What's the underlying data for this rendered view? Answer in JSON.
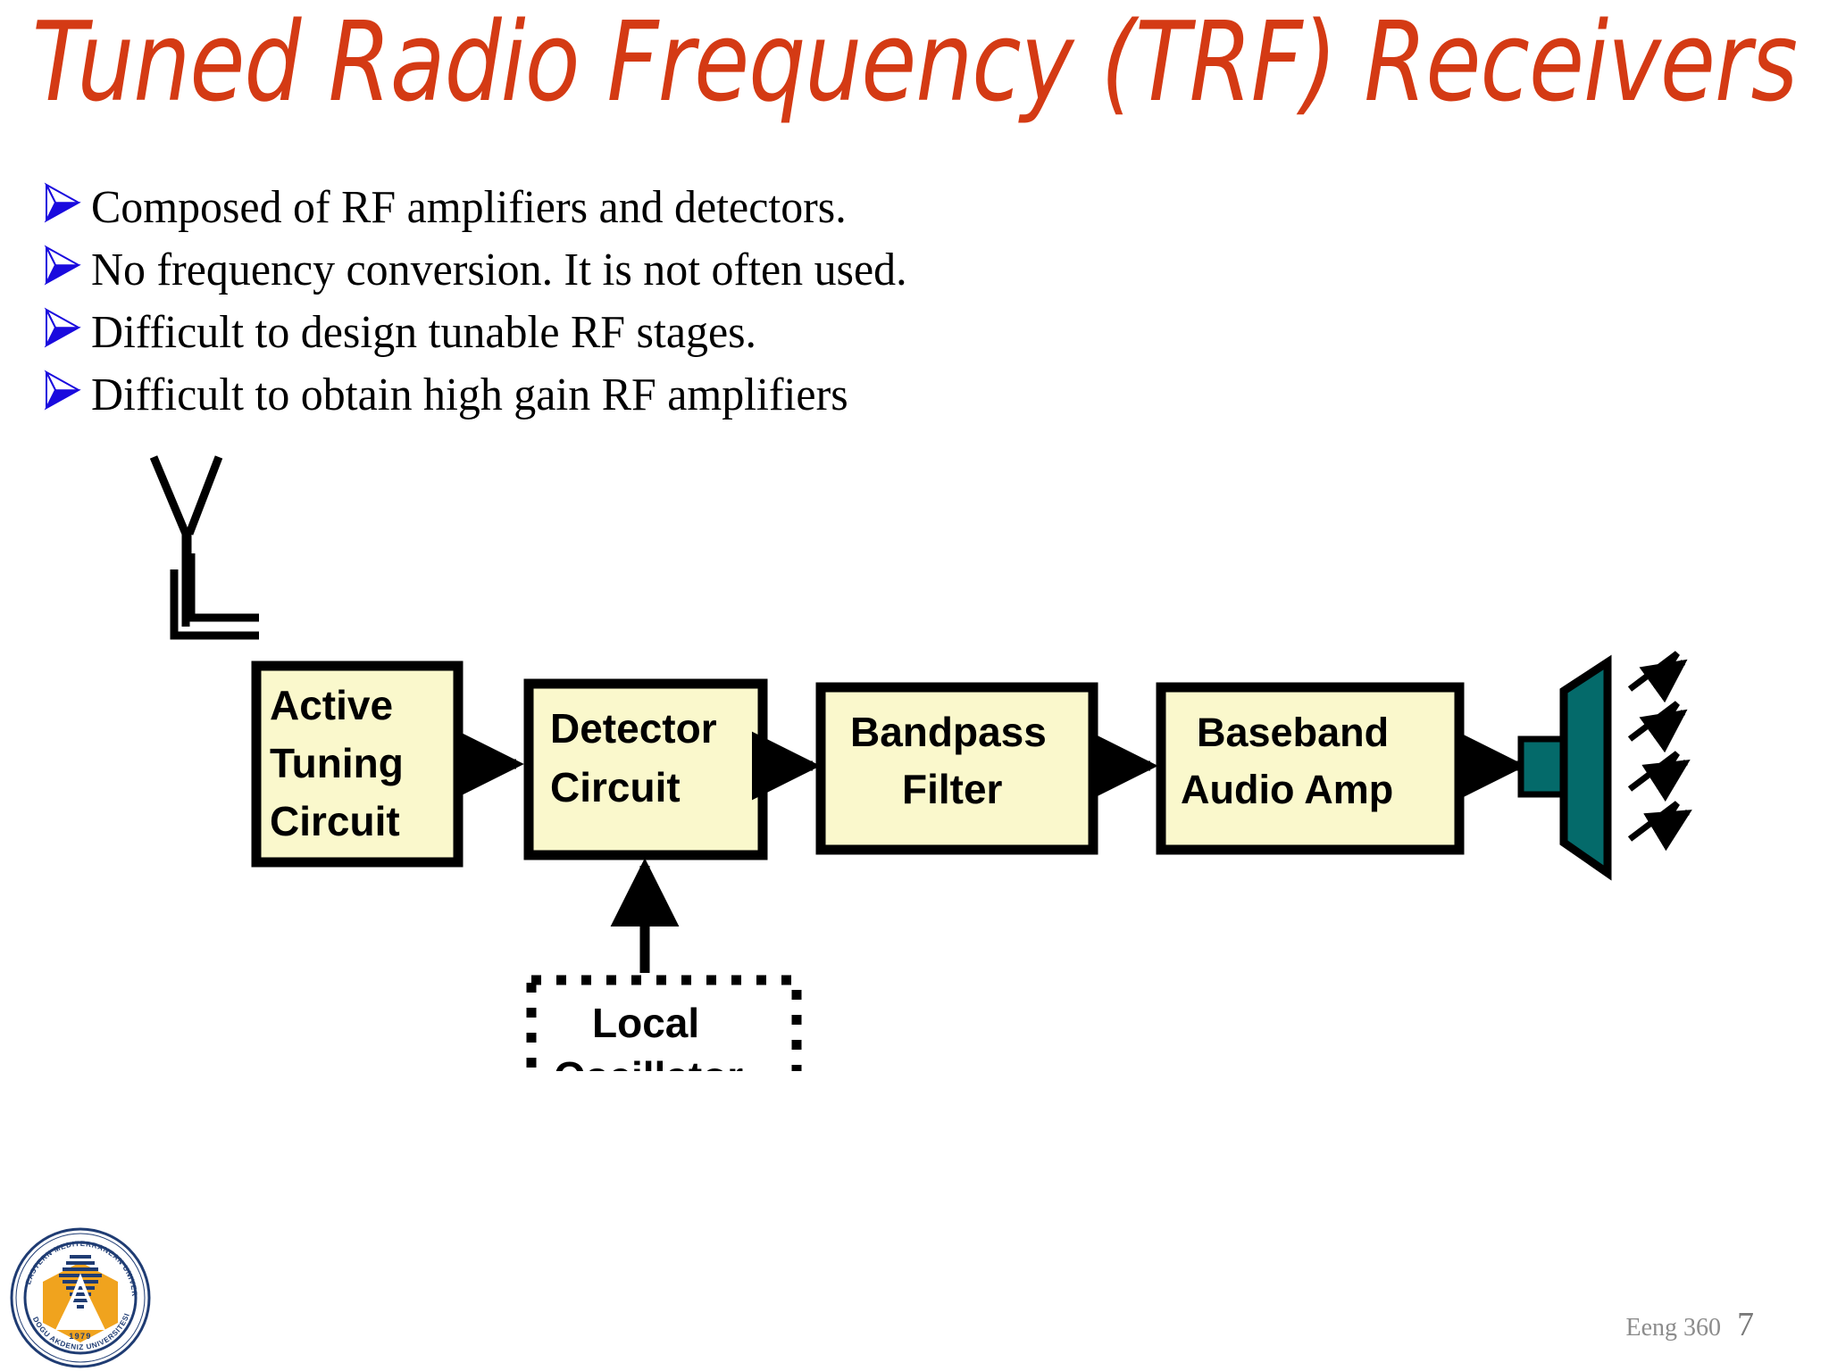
{
  "slide": {
    "title": "Tuned Radio Frequency (TRF) Receivers",
    "title_color": "#D43A14",
    "background_color": "#FFFFFF"
  },
  "bullets": {
    "marker_icon": "blue-arrowhead-bullet-icon",
    "marker_color": "#1A0ADE",
    "items": [
      {
        "text": "Composed of RF amplifiers and detectors."
      },
      {
        "text": "No frequency conversion. It is not often used."
      },
      {
        "text": "Difficult to design tunable RF stages."
      },
      {
        "text": "Difficult to obtain high gain RF amplifiers"
      }
    ]
  },
  "diagram": {
    "type": "block-diagram",
    "block_fill": "#FAF8CC",
    "block_stroke": "#000000",
    "speaker_color": "#046A6A",
    "antenna": {
      "icon": "dipole-antenna-icon"
    },
    "blocks": [
      {
        "id": "active-tuning-circuit",
        "lines": [
          "Active",
          "Tuning",
          "Circuit"
        ],
        "style": "solid"
      },
      {
        "id": "detector-circuit",
        "lines": [
          "Detector",
          "Circuit"
        ],
        "style": "solid"
      },
      {
        "id": "bandpass-filter",
        "lines": [
          "Bandpass",
          "Filter"
        ],
        "style": "solid"
      },
      {
        "id": "baseband-audio-amp",
        "lines": [
          "Baseband",
          "Audio Amp"
        ],
        "style": "solid"
      },
      {
        "id": "local-oscillator",
        "lines": [
          "Local",
          "Oscillator"
        ],
        "style": "dashed"
      }
    ],
    "connections": [
      {
        "from": "antenna",
        "to": "active-tuning-circuit"
      },
      {
        "from": "active-tuning-circuit",
        "to": "detector-circuit"
      },
      {
        "from": "detector-circuit",
        "to": "bandpass-filter"
      },
      {
        "from": "bandpass-filter",
        "to": "baseband-audio-amp"
      },
      {
        "from": "baseband-audio-amp",
        "to": "speaker"
      },
      {
        "from": "local-oscillator",
        "to": "detector-circuit"
      }
    ],
    "speaker": {
      "icon": "loudspeaker-icon",
      "sound_waves": 4
    }
  },
  "footer": {
    "logo": {
      "icon": "emu-university-seal-logo",
      "outer_text_en": "EASTERN MEDITERRANEAN UNIVERSITY",
      "outer_text_tr": "DOGU AKDENIZ UNIVERSITESI",
      "year": "1979",
      "ring_color": "#1F3C73",
      "hex_color": "#F0A31E"
    },
    "course": "Eeng 360",
    "page_number": "7"
  }
}
